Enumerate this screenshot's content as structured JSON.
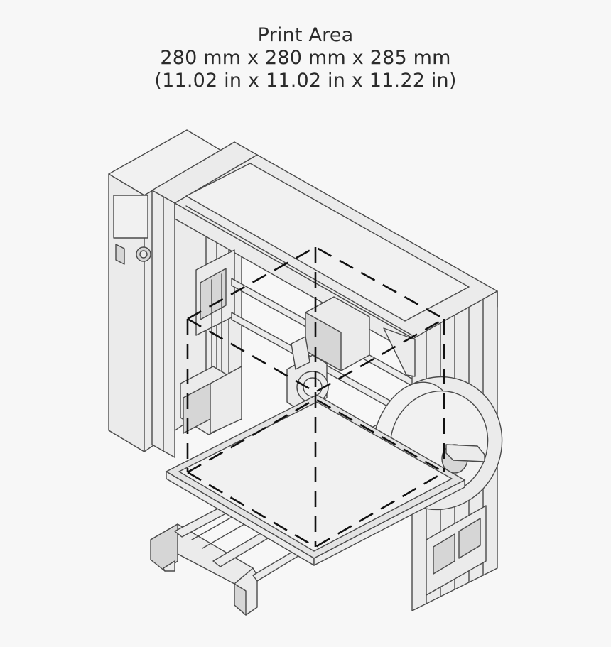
{
  "caption": {
    "title": "Print Area",
    "metric": "280 mm x 280 mm x 285 mm",
    "imperial": "(11.02 in x 11.02 in x 11.22 in)"
  },
  "colors": {
    "background": "#f7f7f7",
    "frame_fill": "#ebebeb",
    "outline": "#4a4a4a",
    "build_volume_dash": "#111111"
  },
  "icons": [
    "printer-illustration",
    "spool-icon",
    "control-knob-icon",
    "power-switch-icon",
    "display-screen-icon"
  ]
}
